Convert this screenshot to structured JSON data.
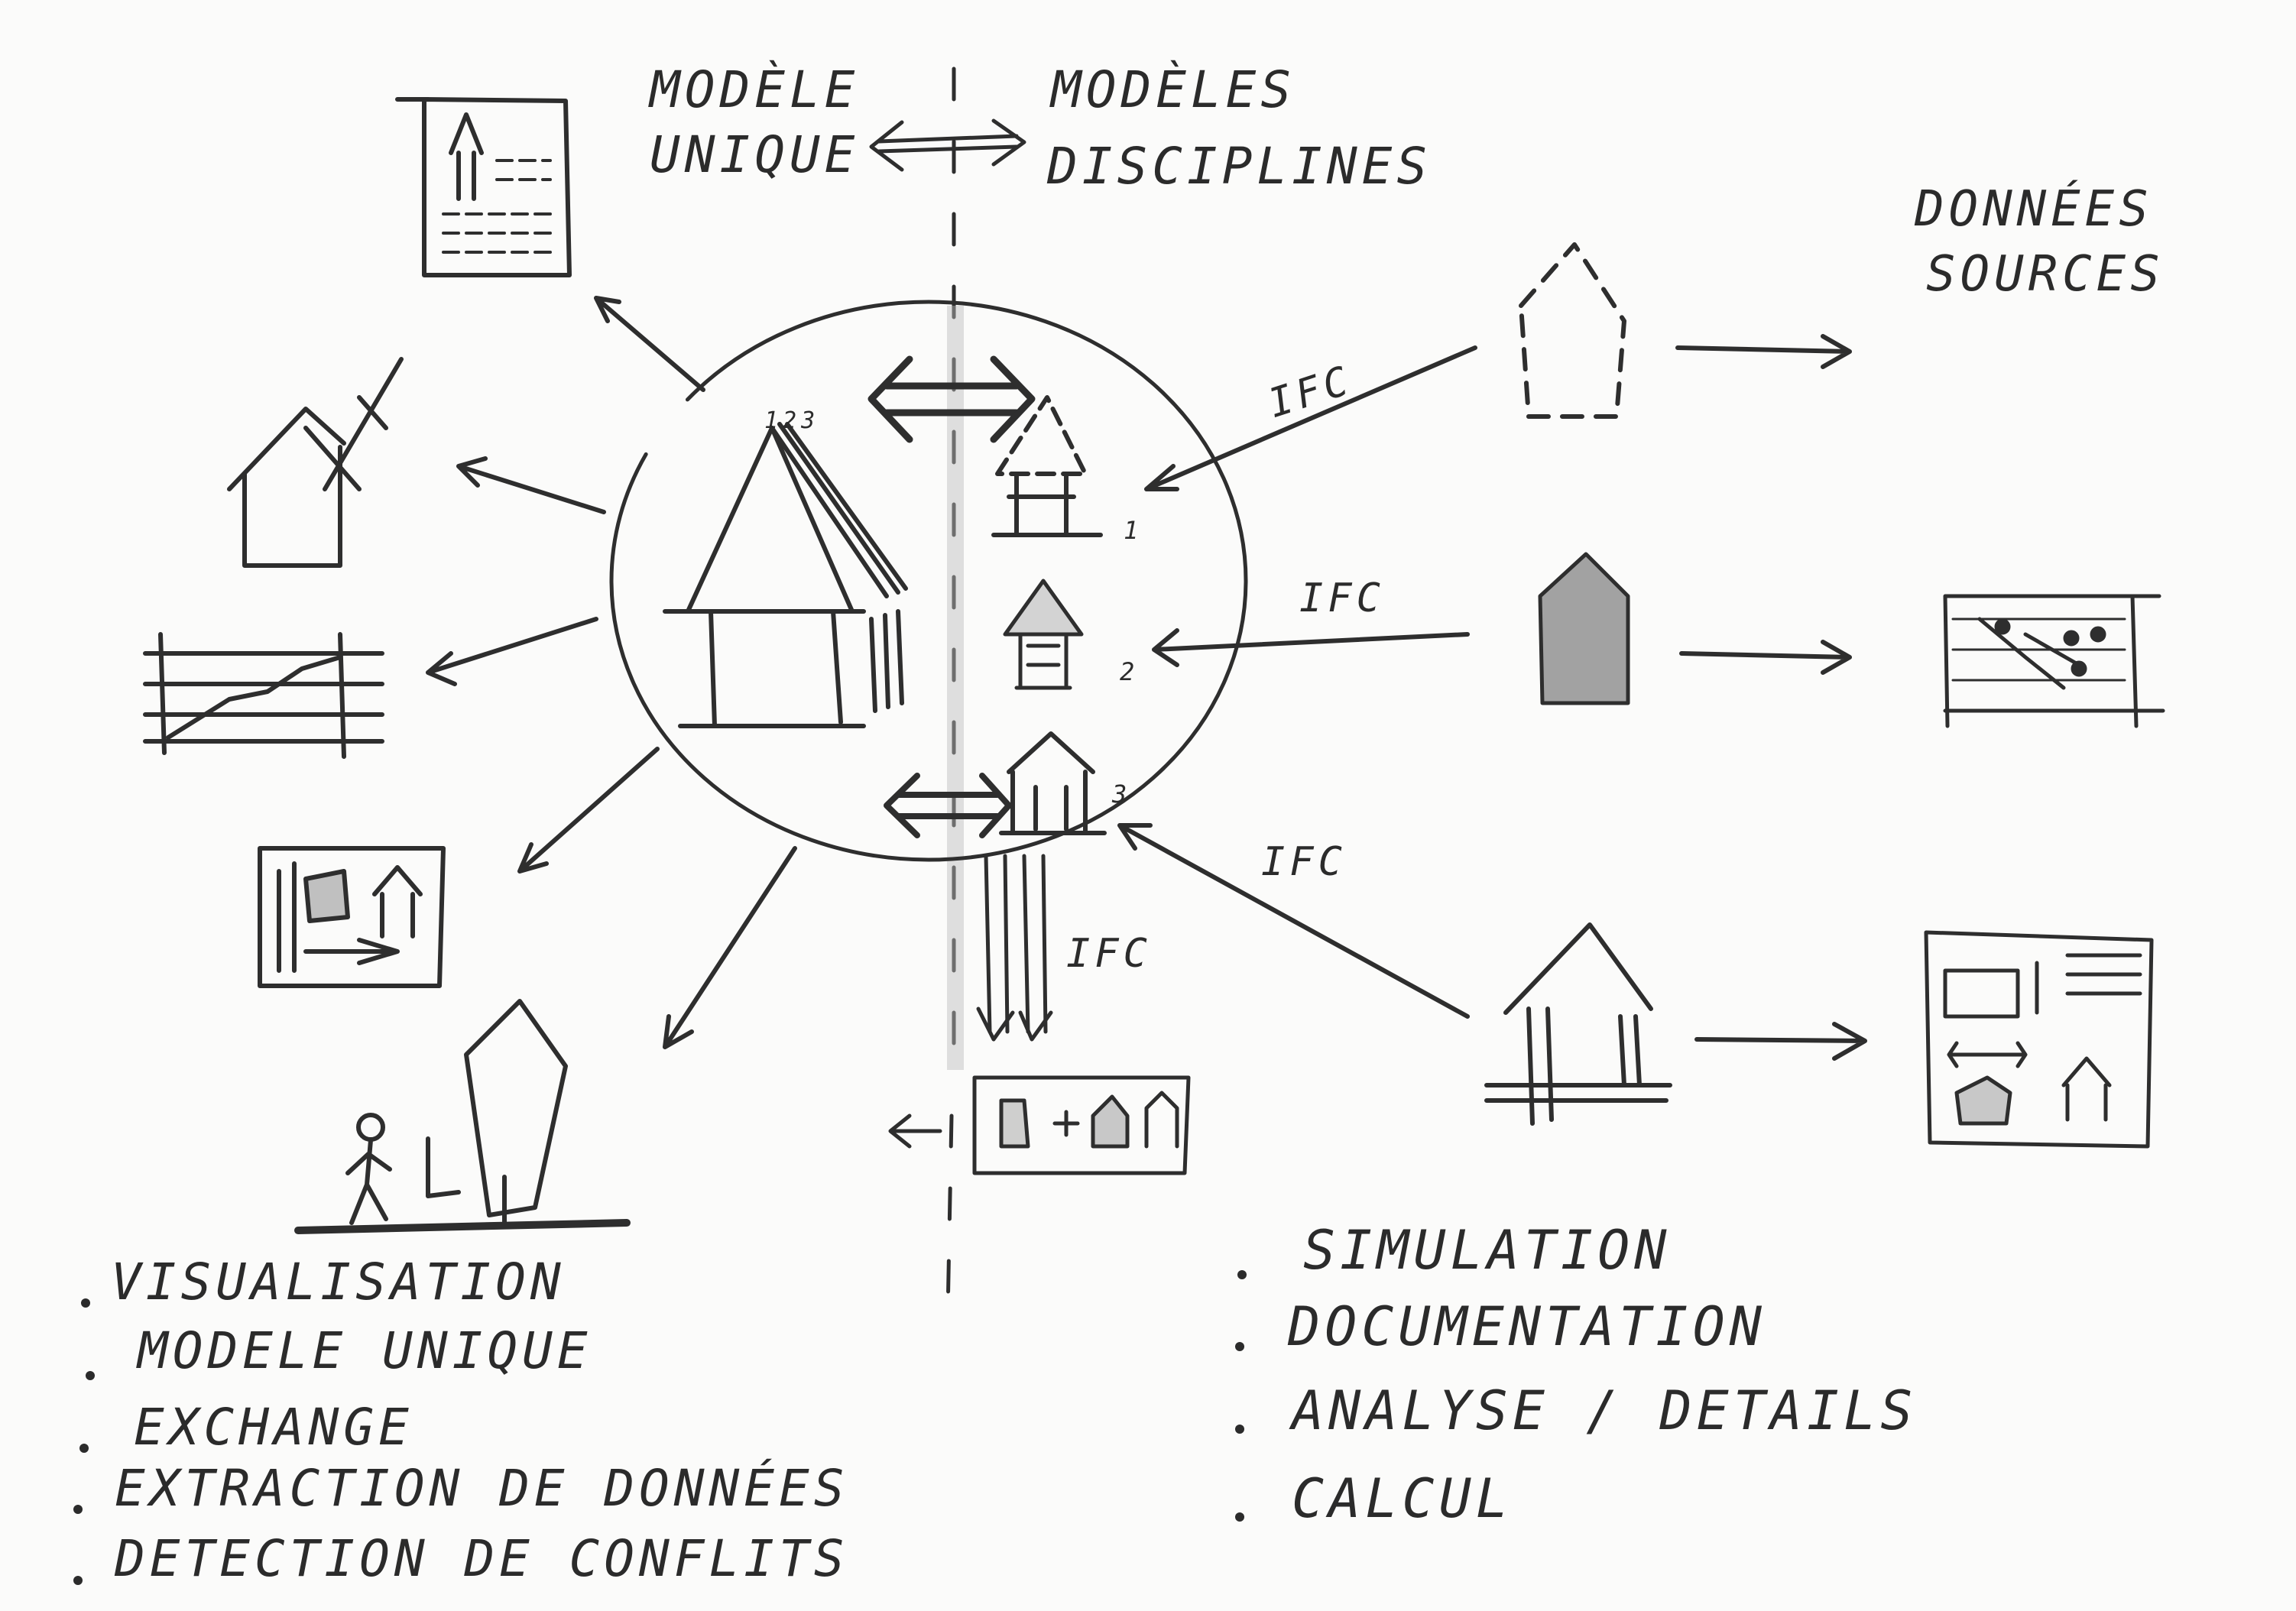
{
  "header": {
    "left_line1": "MODÈLE",
    "left_line2": "UNIQUE",
    "right_line1": "MODÈLES",
    "right_line2": "DISCIPLINES"
  },
  "sources_title": {
    "line1": "DONNÉES",
    "line2": "SOURCES"
  },
  "ifc_labels": [
    "IFC",
    "IFC",
    "IFC",
    "IFC"
  ],
  "model_numbers": [
    "1",
    "2",
    "3"
  ],
  "small_tag": "123",
  "left_list": [
    "VISUALISATION",
    "MODELE UNIQUE",
    "EXCHANGE",
    "EXTRACTION DE DONNÉES",
    "DETECTION DE CONFLITS"
  ],
  "right_list": [
    "SIMULATION",
    "DOCUMENTATION",
    "ANALYSE / DETAILS",
    "CALCUL"
  ],
  "colors": {
    "paper": "#fbfbfa",
    "pencil": "#2e2e2e",
    "shade": "#6a6a6a"
  }
}
